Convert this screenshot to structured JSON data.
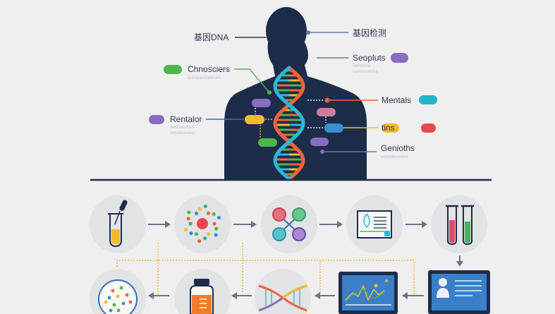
{
  "colors": {
    "background": "#efefef",
    "silhouette": "#1d2c49",
    "orange": "#f0643a",
    "cyan": "#2ab7d9",
    "green": "#4cb84a",
    "purple": "#8a6cc0",
    "yellow": "#f1bb2b",
    "red": "#e8484c",
    "blue": "#3a8fd0",
    "pink": "#c77f9a",
    "arrow": "#6b7385",
    "dotted": "#f0a830"
  },
  "labels": {
    "dna": "基因DNA",
    "testing": "基因检测",
    "seopluts": {
      "title": "Seopluts",
      "sub1": "oencivce",
      "sub2": "ooroococors"
    },
    "chnosciers": {
      "title": "Chnosciers",
      "sub1": "conoceszadcors"
    },
    "mentals": {
      "title": "Mentals"
    },
    "rentalor": {
      "title": "Rentalor",
      "sub1": "oeooeooom",
      "sub2": "ooroocoooo"
    },
    "tins": {
      "title": "tins"
    },
    "genioths": {
      "title": "Genioths",
      "sub1": "oooodoocess"
    }
  },
  "workflow": {
    "row1": [
      "test-tube-dropper-icon",
      "molecules-icon",
      "network-nodes-icon",
      "lab-report-icon",
      "test-tubes-icon"
    ],
    "row2": [
      "computer-profile-icon",
      "monitor-chart-icon",
      "dna-icon",
      "medicine-bottle-icon",
      "petri-dish-icon"
    ]
  }
}
